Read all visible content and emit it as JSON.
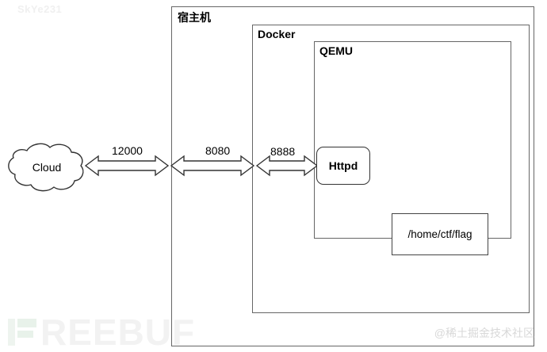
{
  "diagram": {
    "containers": [
      {
        "id": "host",
        "label": "宿主机"
      },
      {
        "id": "docker",
        "label": "Docker"
      },
      {
        "id": "qemu",
        "label": "QEMU"
      }
    ],
    "nodes": [
      {
        "id": "cloud",
        "label": "Cloud"
      },
      {
        "id": "httpd",
        "label": "Httpd"
      },
      {
        "id": "flag",
        "label": "/home/ctf/flag"
      }
    ],
    "connections": [
      {
        "id": "conn-12000",
        "label": "12000",
        "from": "cloud",
        "to": "host",
        "bidirectional": true
      },
      {
        "id": "conn-8080",
        "label": "8080",
        "from": "host",
        "to": "docker",
        "bidirectional": true
      },
      {
        "id": "conn-8888",
        "label": "8888",
        "from": "docker",
        "to": "httpd",
        "bidirectional": true
      }
    ],
    "colors": {
      "container_border": "#666666",
      "node_border": "#333333",
      "arrow_stroke": "#333333",
      "background": "#ffffff",
      "text": "#000000"
    }
  },
  "watermarks": {
    "top_left": "SkYe231",
    "bottom_left": "REEBUF",
    "bottom_right": "@稀土掘金技术社区"
  }
}
